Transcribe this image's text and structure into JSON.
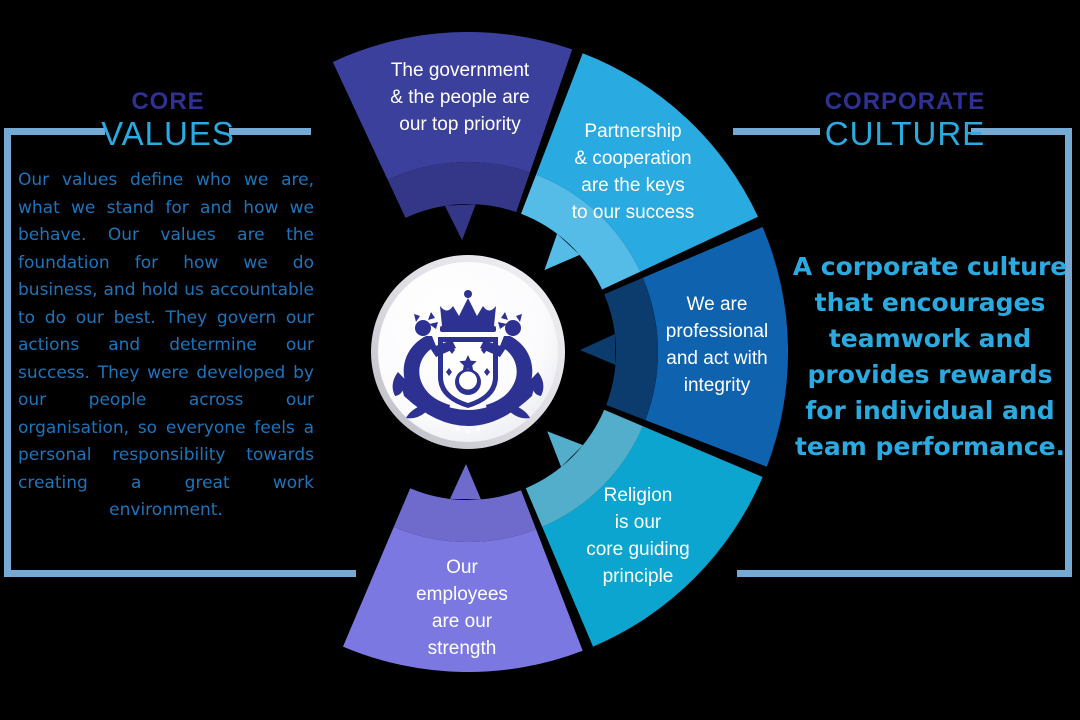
{
  "left_panel": {
    "title_top": "CORE",
    "title_bottom": "VALUES",
    "body": "Our values define who we are, what we stand for and how we behave. Our values are the foundation for how we do business, and hold us accountable to do our best. They govern our actions and determine our success. They were developed by our people across our organisation, so everyone feels a personal responsibility towards creating a great work environment."
  },
  "right_panel": {
    "title_top": "CORPORATE",
    "title_bottom": "CULTURE",
    "body": "A corporate culture\nthat encourages\nteamwork and\nprovides rewards\nfor individual and\nteam performance."
  },
  "wheel": {
    "center_emblem": "johor-coat-of-arms",
    "segments": [
      {
        "id": "government",
        "label": "The government\n& the people are\nour top priority",
        "color": "#3c409d",
        "band_color": "#343787"
      },
      {
        "id": "partnership",
        "label": "Partnership\n& cooperation\nare the keys\nto our success",
        "color": "#29aae1",
        "band_color": "#55bce8"
      },
      {
        "id": "professional",
        "label": "We are\nprofessional\nand act with\nintegrity",
        "color": "#0f62ae",
        "band_color": "#0c3b6e"
      },
      {
        "id": "religion",
        "label": "Religion\nis our\ncore guiding\nprinciple",
        "color": "#0ca5d0",
        "band_color": "#53aecb"
      },
      {
        "id": "employees",
        "label": "Our\nemployees\nare our\nstrength",
        "color": "#7b79e1",
        "band_color": "#6e6bcd"
      }
    ]
  },
  "colors": {
    "background": "#000000",
    "frame_line": "#74aad3",
    "heading_navy": "#2e3192",
    "heading_cyan": "#29abe2",
    "left_body_text": "#1c75bc",
    "right_body_text": "#29abe2",
    "wedge_text": "#ffffff",
    "crest_navy": "#2d3192"
  }
}
